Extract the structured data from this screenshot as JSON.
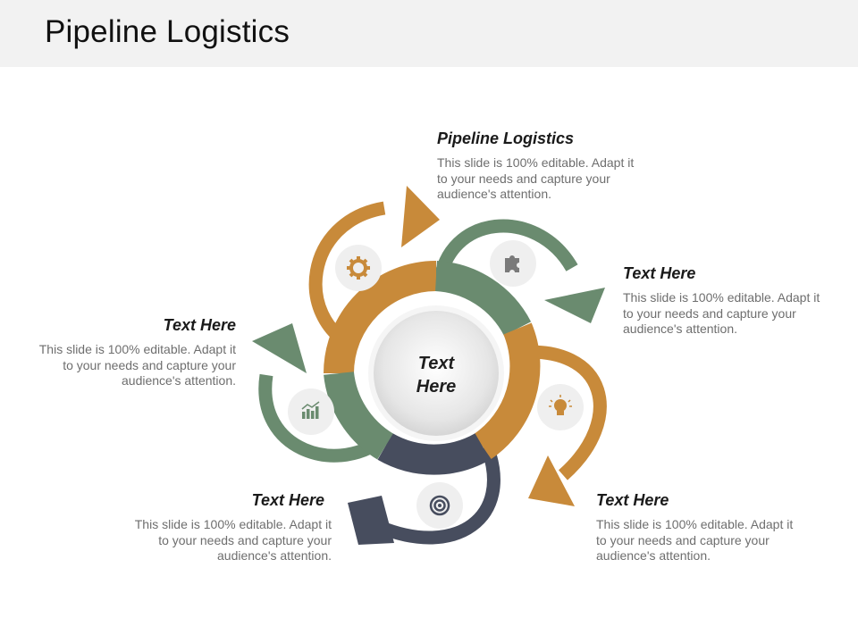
{
  "title": "Pipeline Logistics",
  "center": {
    "line1": "Text",
    "line2": "Here"
  },
  "blocks": {
    "top": {
      "title": "Pipeline Logistics",
      "desc": "This slide is 100% editable. Adapt it to your needs and capture your audience's attention."
    },
    "right_top": {
      "title": "Text Here",
      "desc": "This slide is 100% editable. Adapt it to your needs and capture your audience's attention."
    },
    "left": {
      "title": "Text Here",
      "desc": "This slide is 100% editable. Adapt it to your needs and capture your audience's attention."
    },
    "right_bottom": {
      "title": "Text Here",
      "desc": "This slide is 100% editable. Adapt it to your needs and capture your audience's attention."
    },
    "left_bottom": {
      "title": "Text Here",
      "desc": "This slide is 100% editable. Adapt it to your needs and capture your audience's attention."
    }
  },
  "icons": [
    "gear-icon",
    "puzzle-icon",
    "lightbulb-icon",
    "target-icon",
    "bar-chart-icon"
  ],
  "colors": {
    "orange": "#c88a3a",
    "green": "#6a8b6f",
    "navy": "#474d5e",
    "icon_bg": "#efefef",
    "icon": "#7a7a7a"
  }
}
